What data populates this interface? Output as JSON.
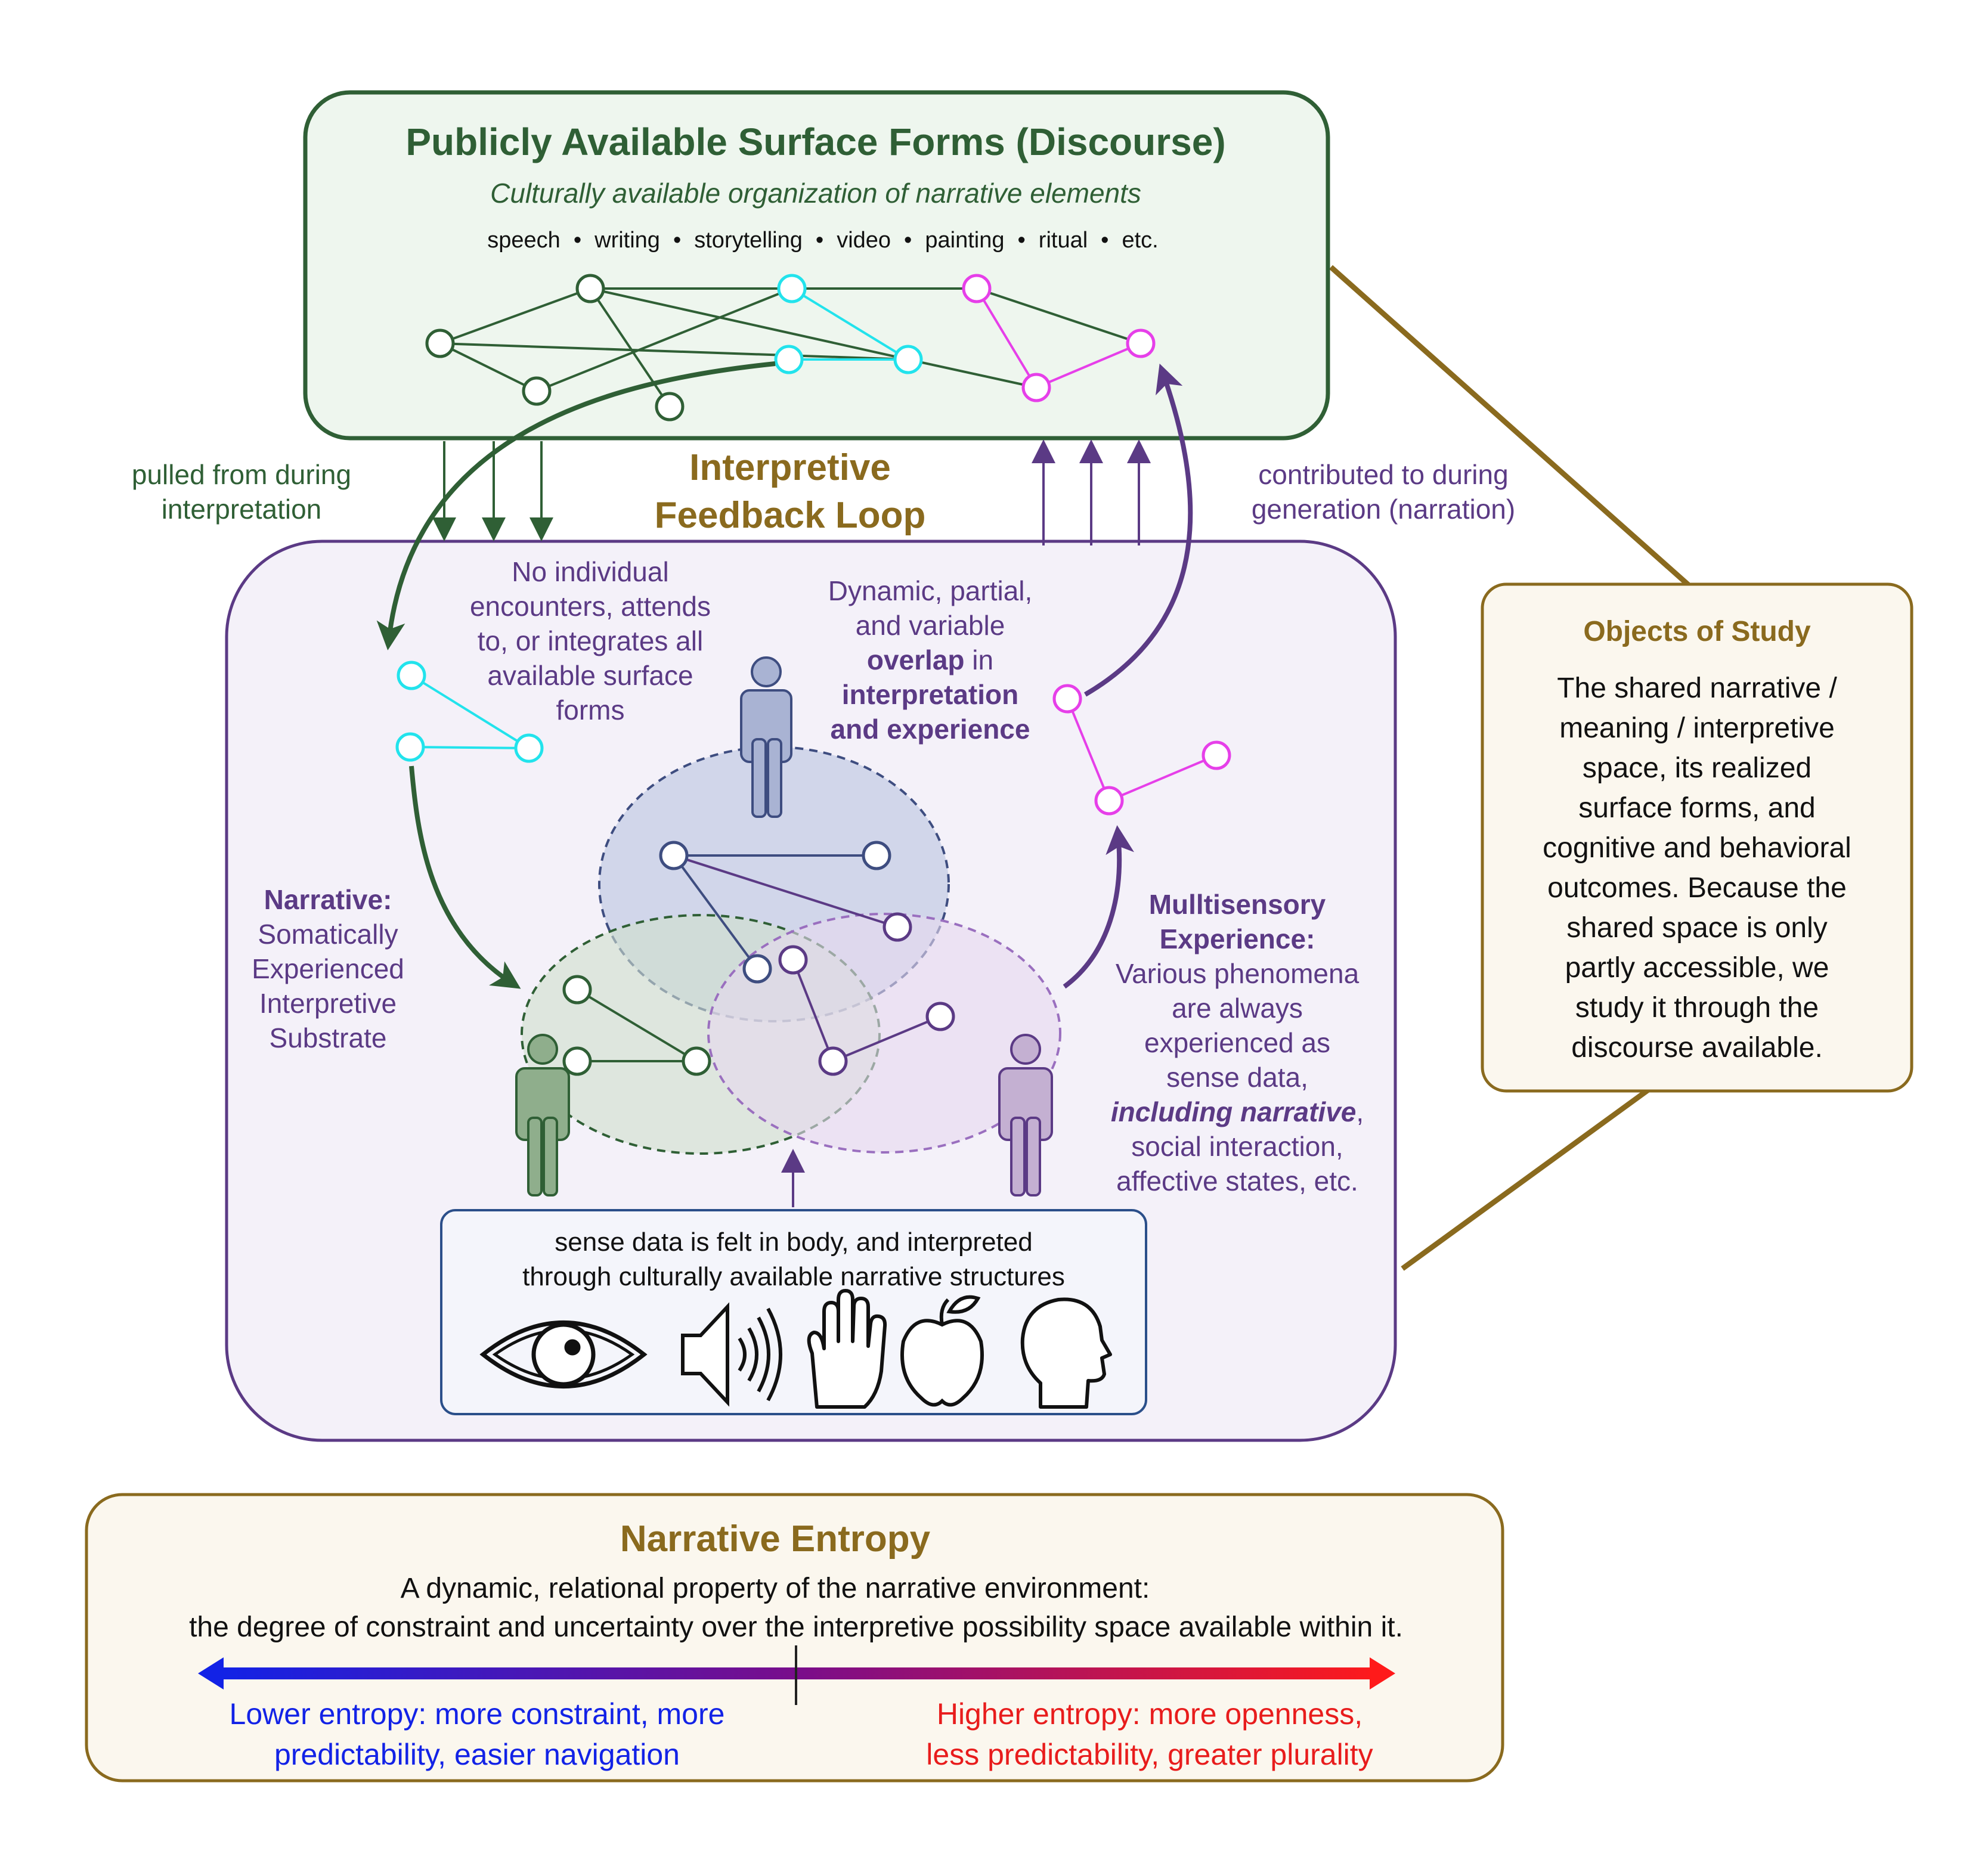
{
  "colors": {
    "green": "#2f5f35",
    "green_fill": "#eef6ee",
    "purple": "#5b3a85",
    "purple_fill": "#f4f1f9",
    "gold": "#8a6a1e",
    "gold_fill": "#fbf7ee",
    "cyan": "#22e3ec",
    "magenta": "#e63fe9",
    "navy": "#1a2550",
    "blue_low": "#1222e6",
    "red_high": "#e81c1c",
    "ellipse_blue": "#c8cfe6",
    "ellipse_green": "#cfe0cc",
    "ellipse_purple": "#e6d8ef"
  },
  "discourse": {
    "title": "Publicly Available Surface Forms (Discourse)",
    "subtitle": "Culturally available organization of narrative elements",
    "forms": [
      "speech",
      "writing",
      "storytelling",
      "video",
      "painting",
      "ritual",
      "etc."
    ],
    "separator": "•"
  },
  "loop": {
    "title_line1": "Interpretive",
    "title_line2": "Feedback Loop",
    "pulled_line1": "pulled from during",
    "pulled_line2": "interpretation",
    "contributed_line1": "contributed to during",
    "contributed_line2": "generation (narration)"
  },
  "inner": {
    "no_individual": [
      "No individual",
      "encounters, attends",
      "to, or integrates all",
      "available surface",
      "forms"
    ],
    "overlap": {
      "line1": "Dynamic, partial,",
      "line2_plain": "and variable",
      "line3_bold": "overlap",
      "line3_plain": " in",
      "line4_bold": "interpretation",
      "line5_bold": "and experience"
    },
    "narrative_title": "Narrative:",
    "narrative_lines": [
      "Somatically",
      "Experienced",
      "Interpretive",
      "Substrate"
    ],
    "multisensory_title_line1": "Mulltisensory",
    "multisensory_title_line2": "Experience:",
    "multisensory_lines": [
      "Various phenomena",
      "are always",
      "experienced as",
      "sense data,"
    ],
    "multisensory_emph": "including narrative",
    "multisensory_comma": ",",
    "multisensory_tail": [
      "social interaction,",
      "affective states, etc."
    ],
    "sense_line1": "sense data is felt in body, and interpreted",
    "sense_line2": "through culturally available narrative structures",
    "sense_icons": [
      "eye-icon",
      "speaker-icon",
      "hand-icon",
      "apple-icon",
      "head-icon"
    ]
  },
  "objects": {
    "title": "Objects of Study",
    "lines": [
      "The shared narrative /",
      "meaning / interpretive",
      "space, its realized",
      "surface forms, and",
      "cognitive and behavioral",
      "outcomes. Because the",
      "shared space is only",
      "partly accessible, we",
      "study it through the",
      "discourse available."
    ]
  },
  "entropy": {
    "title": "Narrative Entropy",
    "line1": "A dynamic, relational property of the narrative environment:",
    "line2": "the degree of constraint and uncertainty over the interpretive possibility space available within it.",
    "low_line1": "Lower entropy: more constraint, more",
    "low_line2": "predictability, easier navigation",
    "high_line1": "Higher entropy: more openness,",
    "high_line2": "less predictability, greater plurality"
  }
}
